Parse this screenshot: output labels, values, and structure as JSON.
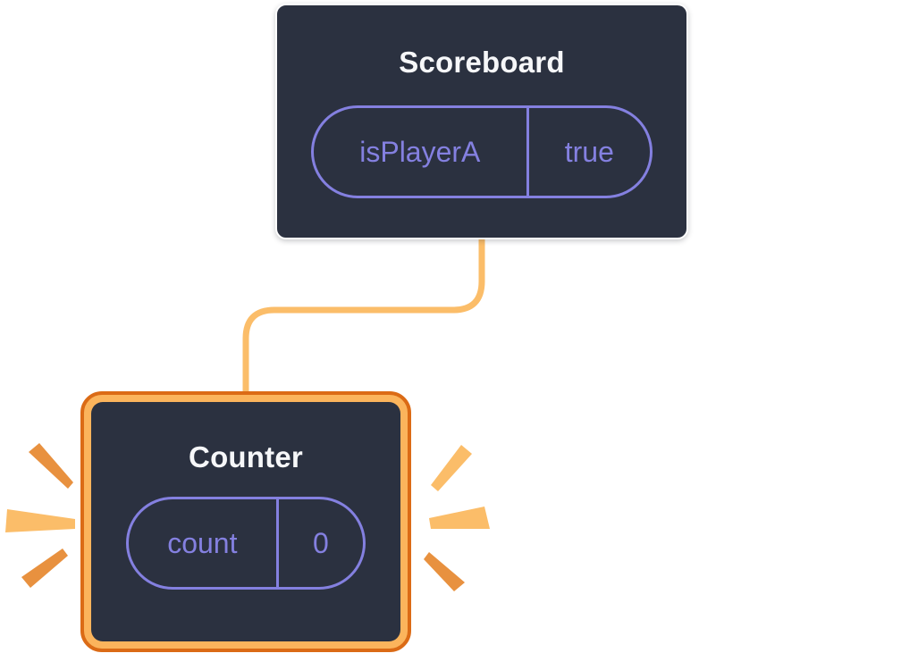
{
  "diagram": {
    "description": "React component tree diagram: parent component passes state, child component is highlighted as newly rendered",
    "parent_node": {
      "title": "Scoreboard",
      "state": {
        "name": "isPlayerA",
        "value": "true"
      }
    },
    "child_node": {
      "title": "Counter",
      "state": {
        "name": "count",
        "value": "0"
      },
      "highlighted": true
    },
    "colors": {
      "background": "#ffffff",
      "node_background": "#2B3140",
      "node_border": "#ffffff",
      "state_accent": "#8480E0",
      "connector": "#FBBD69",
      "highlight_border": "#DB6B16",
      "highlight_fill": "#FBB45C",
      "ray_light": "#FBBD69",
      "ray_dark": "#E8913F",
      "title_text": "#F6F7F9"
    }
  }
}
